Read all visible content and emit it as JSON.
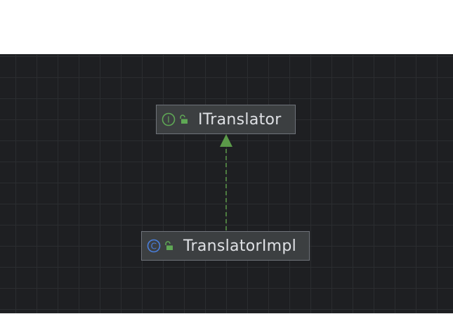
{
  "diagram": {
    "nodes": [
      {
        "id": "itranslator",
        "label": "ITranslator",
        "kind": "interface",
        "kind_icon": "interface-icon",
        "kind_letter": "I",
        "visibility_icon": "public-lock-icon"
      },
      {
        "id": "translatorimpl",
        "label": "TranslatorImpl",
        "kind": "class",
        "kind_icon": "class-icon",
        "kind_letter": "C",
        "visibility_icon": "public-lock-icon"
      }
    ],
    "edges": [
      {
        "from": "translatorimpl",
        "to": "itranslator",
        "type": "implements",
        "style": "dashed",
        "arrowhead": "hollow-triangle"
      }
    ]
  },
  "colors": {
    "canvas_background": "#1e1f22",
    "grid_line": "#2b2d30",
    "node_fill": "#3c3f41",
    "node_border": "#6f737a",
    "node_text": "#dfe1e5",
    "interface_icon": "#5fa855",
    "class_icon": "#4a7fdc",
    "visibility_icon": "#5fa855",
    "edge": "#5b9a49"
  }
}
